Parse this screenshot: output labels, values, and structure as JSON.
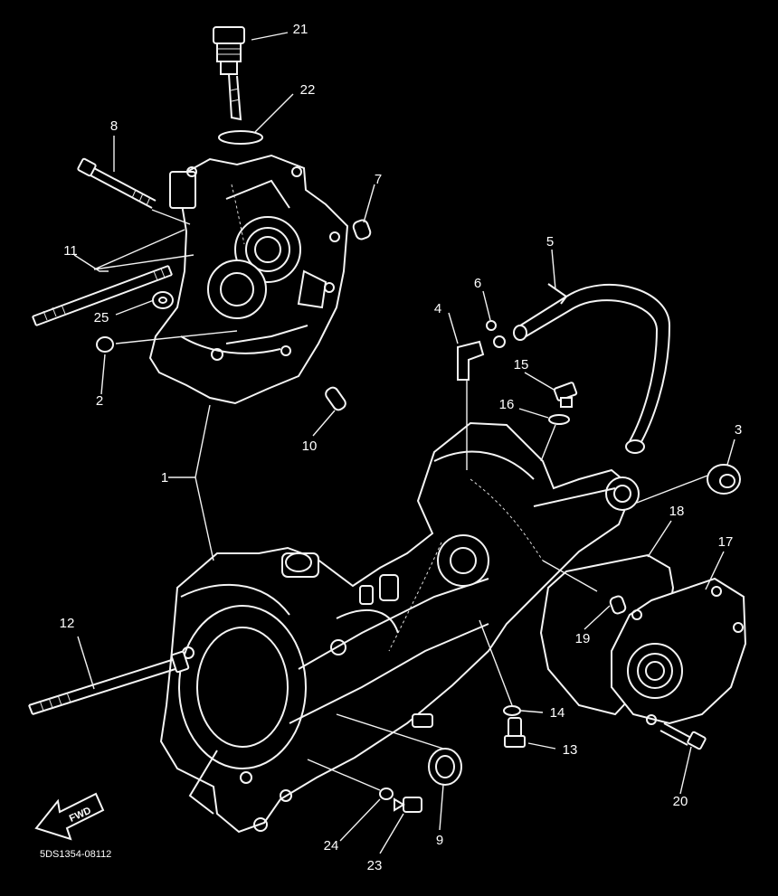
{
  "diagram": {
    "background": "#000000",
    "line_color": "#f2f2f2",
    "reference_code": "5DS1354-08112",
    "fwd_arrow_label": "FWD",
    "fwd_arrow_icon": "fwd-arrow-icon",
    "callouts": [
      "1",
      "2",
      "3",
      "4",
      "5",
      "6",
      "7",
      "8",
      "9",
      "10",
      "11",
      "12",
      "13",
      "14",
      "15",
      "16",
      "17",
      "18",
      "19",
      "20",
      "21",
      "22",
      "23",
      "24",
      "25"
    ]
  }
}
